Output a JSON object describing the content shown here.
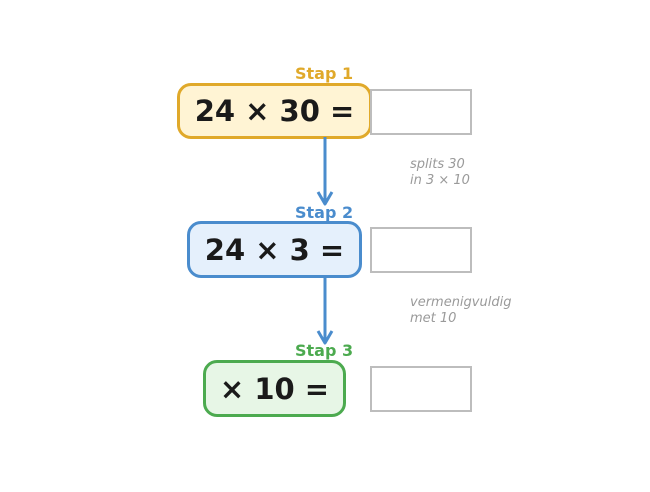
{
  "colors": {
    "step1": "#e0a92a",
    "step2": "#4a8ccd",
    "step3": "#4caa4f",
    "arrow": "#4a8ccd",
    "answer_border": "#bdbdbd",
    "note": "#9a9a9a"
  },
  "steps": [
    {
      "label": "Stap 1",
      "equation": "24 × 30 ="
    },
    {
      "label": "Stap 2",
      "equation": "24 × 3 ="
    },
    {
      "label": "Stap 3",
      "equation": "× 10 ="
    }
  ],
  "notes": [
    {
      "line1": "splits 30",
      "line2": "in 3 × 10"
    },
    {
      "line1": "vermenigvuldig",
      "line2": "met 10"
    }
  ],
  "answers": [
    "",
    "",
    ""
  ]
}
